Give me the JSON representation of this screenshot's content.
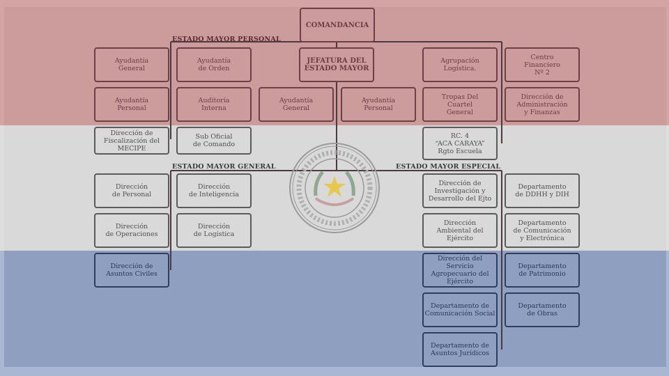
{
  "header": {
    "label": "COMANDANCIA"
  },
  "sections": {
    "personal": "ESTADO MAYOR PERSONAL",
    "general": "ESTADO MAYOR GENERAL",
    "especial": "ESTADO MAYOR ESPECIAL"
  },
  "boxes": {
    "jefatura": "JEFATURA DEL\nESTADO MAYOR",
    "ayud_general_1": "Ayudantía\nGeneral",
    "ayud_orden": "Ayudantía\nde Orden",
    "ayud_personal_1": "Ayudantía\nPersonal",
    "auditoria": "Auditoría\nInterna",
    "fiscalizacion": "Dirección de\nFiscalización del\nMECIPE",
    "suboficial": "Sub Oficial\nde Comando",
    "ayud_general_2": "Ayudantía\nGeneral",
    "ayud_personal_2": "Ayudantía\nPersonal",
    "agrupacion": "Agrupación\nLogística.",
    "centro_financiero": "Centro\nFinanciero\nNº 2",
    "tropas": "Tropas Del\nCuartel\nGeneral",
    "dir_admin": "Dirección de\nAdministración\ny Finanzas",
    "rc4": "RC. 4\n“ACA CARAYA”\nRgto Escuela",
    "dir_personal": "Dirección\nde Personal",
    "dir_inteligencia": "Dirección\nde Inteligencia",
    "dir_operaciones": "Dirección\nde Operaciones",
    "dir_logistica": "Dirección\nde Logística",
    "dir_civiles": "Dirección de\nAsuntos Civiles",
    "dir_investigacion": "Dirección de\nInvestigación y\nDesarrollo del Ejto",
    "dep_ddhh": "Departamento\nde DDHH y DIH",
    "dir_ambiental": "Dirección\nAmbiental del\nEjército",
    "dep_comunicacion_elec": "Departamento\nde Comunicación\ny Electrónica",
    "dir_agropecuario": "Dirección del Servicio\nAgropecuario del\nEjército",
    "dep_patrimonio": "Departamento\nde Patrimonio",
    "dep_com_social": "Departamento de\nComunicación Social",
    "dep_obras": "Departamento\nde Obras",
    "dep_juridicos": "Departamento de\nAsuntos Jurídicos"
  },
  "colors": {
    "red": "#cc9c9c",
    "white": "#d9d9d9",
    "blue": "#8e9fbf",
    "star": "#e8c84a"
  },
  "seal_icon": "seal-icon"
}
